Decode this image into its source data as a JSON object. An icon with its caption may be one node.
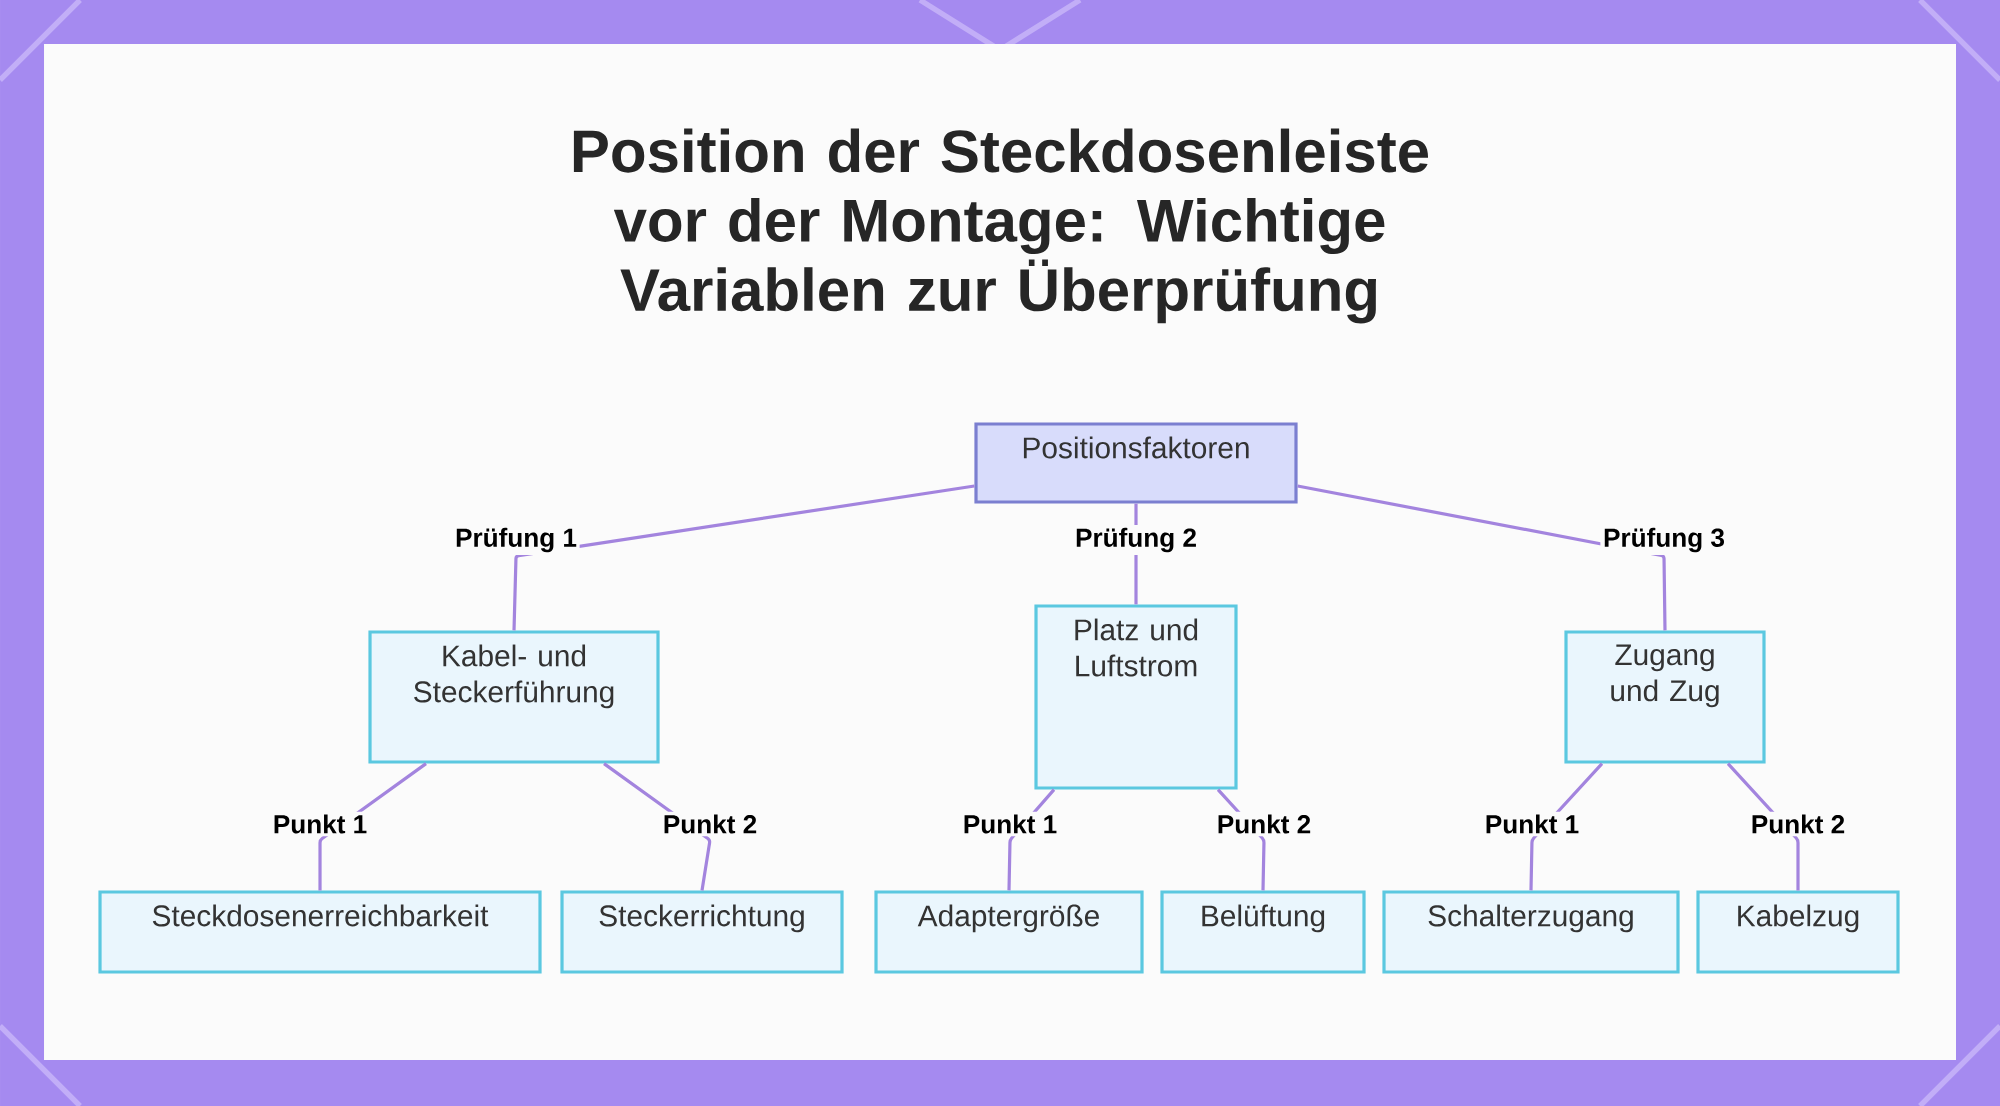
{
  "diagram": {
    "title": "Position der Steckdosenleiste vor der Montage: Wichtige Variablen zur Überprüfung",
    "nodes": [
      {
        "text": [
          "Positionsfaktoren"
        ]
      },
      {
        "text": [
          "Kabel- und Steckerführung"
        ]
      },
      {
        "text": [
          "Platz und Luftstrom"
        ]
      },
      {
        "text": [
          "Zugang und Zug"
        ]
      },
      {
        "text": [
          "Steckdosenerreichbarkeit"
        ]
      },
      {
        "text": [
          "Steckerrichtung"
        ]
      },
      {
        "text": [
          "Adaptergröße"
        ]
      },
      {
        "text": [
          "Belüftung"
        ]
      },
      {
        "text": [
          "Schalterzugang"
        ]
      },
      {
        "text": [
          "Kabelzug"
        ]
      }
    ],
    "edges": [
      {
        "from": 0,
        "to": 1,
        "arrow": "none",
        "label": "Prüfung 1"
      },
      {
        "from": 0,
        "to": 2,
        "arrow": "none",
        "label": "Prüfung 2"
      },
      {
        "from": 0,
        "to": 3,
        "arrow": "none",
        "label": "Prüfung 3"
      },
      {
        "from": 1,
        "to": 4,
        "arrow": "none",
        "label": "Punkt 1"
      },
      {
        "from": 1,
        "to": 5,
        "arrow": "none",
        "label": "Punkt 2"
      },
      {
        "from": 2,
        "to": 6,
        "arrow": "none",
        "label": "Punkt 1"
      },
      {
        "from": 2,
        "to": 7,
        "arrow": "none",
        "label": "Punkt 2"
      },
      {
        "from": 3,
        "to": 8,
        "arrow": "none",
        "label": "Punkt 1"
      },
      {
        "from": 3,
        "to": 9,
        "arrow": "none",
        "label": "Punkt 2"
      }
    ]
  }
}
